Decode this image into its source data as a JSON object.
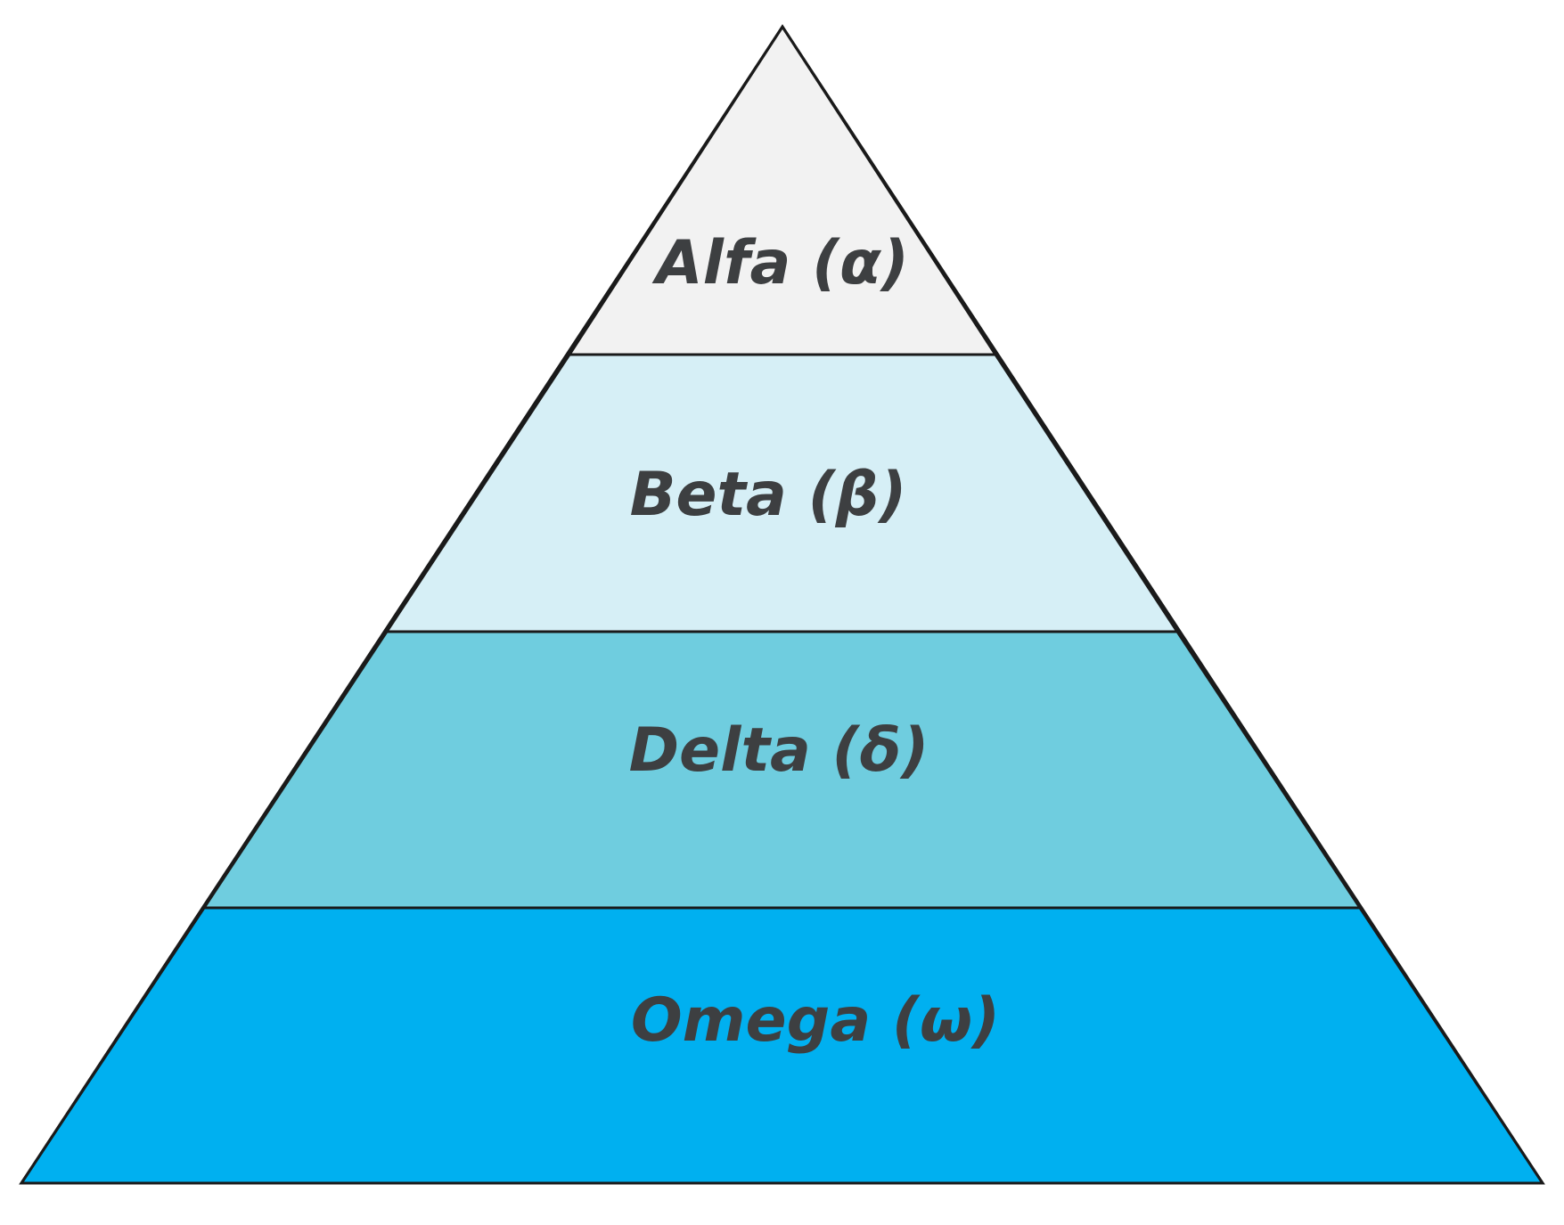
{
  "diagram": {
    "type": "pyramid",
    "outline_color": "#1a1a1a",
    "label_color": "#3d3f41",
    "tiers": [
      {
        "label": "Alfa (α)",
        "color": "#f2f2f2"
      },
      {
        "label": "Beta (β)",
        "color": "#d6eff6"
      },
      {
        "label": "Delta (δ)",
        "color": "#6fcddf"
      },
      {
        "label": "Omega (ω)",
        "color": "#00b0f0"
      }
    ]
  }
}
